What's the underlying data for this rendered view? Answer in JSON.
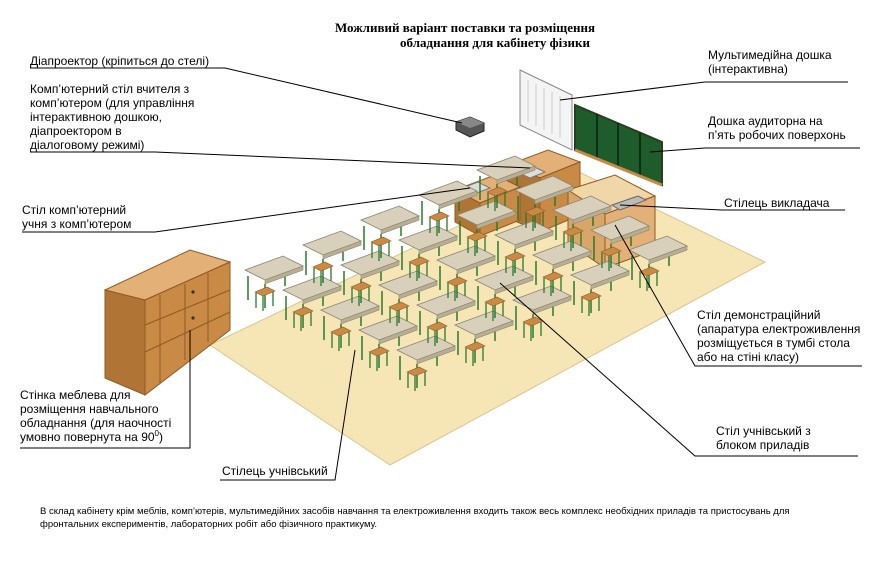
{
  "title": {
    "line1": "Можливий варіант поставки та розміщення",
    "line2": "обладнання для кабінету фізики"
  },
  "labels": {
    "projector": "Діапроектор (кріпиться до стелі)",
    "teacher_pc": {
      "l1": "Комп’ютерний стіл вчителя з",
      "l2": "комп’ютером (для управління",
      "l3": "інтерактивною дошкою,",
      "l4": "діапроектором в",
      "l5": "діалоговому режимі)"
    },
    "student_pc": {
      "l1": "Стіл  комп’ютерний",
      "l2": "учня з комп’ютером"
    },
    "cabinet": {
      "l1": "Стінка меблева для",
      "l2": "розміщення навчального",
      "l3": "обладнання (для наочності",
      "l4": "умовно повернута на 90",
      "l4_sup": "0",
      "l4_end": ")"
    },
    "student_chair": "Стілець учнівський",
    "multimedia_board": {
      "l1": "Мультимедійна дошка",
      "l2": "(інтерактивна)"
    },
    "chalkboard": {
      "l1": "Дошка аудиторна на",
      "l2": "п’ять робочих поверхонь"
    },
    "teacher_chair": "Стілець викладача",
    "demo_table": {
      "l1": "Стіл демонстраційний",
      "l2": "(апаратура електроживлення",
      "l3": " розміщується в тумбі стола",
      "l4": "або на стіні класу)"
    },
    "student_desk": {
      "l1": "Стіл учнівський з",
      "l2": "блоком приладів"
    }
  },
  "footnote": {
    "l1": "В склад кабінету крім меблів, комп’ютерів, мультимедійних засобів навчання та електроживлення входить також весь комплекс необхідних приладів та пристосувань для",
    "l2": "фронтальних експериментів, лабораторних робіт або фізичного практикуму."
  },
  "colors": {
    "floor": "#f6e6b6",
    "floor_edge": "#d9c690",
    "wood": "#c98a45",
    "wood_dark": "#8f5a25",
    "wood_light": "#e3b077",
    "desk_top": "#d8d0bb",
    "chalkboard": "#1f5c2c",
    "chair_legs": "#2b7a2b",
    "leader": "#000000"
  }
}
